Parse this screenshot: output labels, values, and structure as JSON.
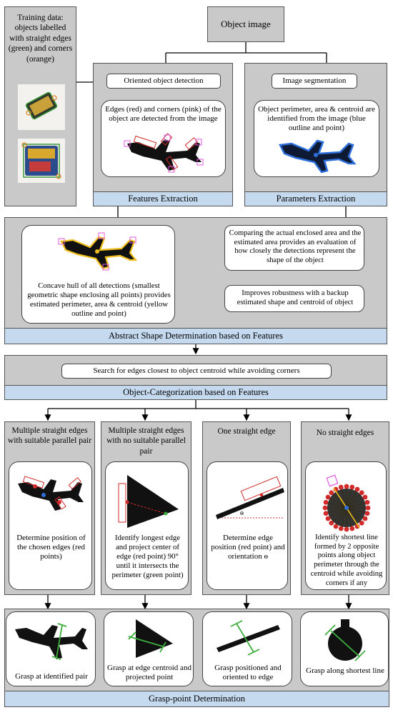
{
  "object_image": "Object image",
  "training_data": "Training data: objects labelled with straight edges (green) and corners (orange)",
  "oriented_detection": {
    "title": "Oriented object detection",
    "desc": "Edges (red) and corners (pink) of the object are detected from the image",
    "band": "Features Extraction"
  },
  "segmentation": {
    "title": "Image segmentation",
    "desc": "Object perimeter, area & centroid are identified from the image (blue outline and point)",
    "band": "Parameters Extraction"
  },
  "abstract_shape": {
    "hull_desc": "Concave hull of all detections (smallest geometric shape enclosing all points) provides estimated perimeter, area & centroid (yellow outline and point)",
    "compare": "Comparing the actual enclosed area and the estimated area provides an evaluation of how closely the detections represent the shape of the object",
    "robust": "Improves robustness with a backup estimated shape and centroid of object",
    "band": "Abstract Shape Determination based on Features"
  },
  "categorization": {
    "search": "Search for edges closest to object centroid while avoiding corners",
    "band": "Object-Categorization based on Features"
  },
  "categories": [
    {
      "header": "Multiple straight edges with suitable parallel pair",
      "desc": "Determine position of the chosen edges (red points)",
      "grasp": "Grasp at identified pair"
    },
    {
      "header": "Multiple straight edges with no suitable parallel pair",
      "desc": "Identify longest edge and project center of edge (red point) 90° until it intersects the perimeter (green point)",
      "grasp": "Grasp at edge centroid and projected point"
    },
    {
      "header": "One straight edge",
      "desc": "Determine edge position (red point) and orientation ɵ",
      "grasp": "Grasp positioned and oriented to edge",
      "theta": "ɵ"
    },
    {
      "header": "No straight edges",
      "desc": "Identify shortest line formed by 2 opposite points along object perimeter through the centroid while avoiding corners if any",
      "grasp": "Grasp along shortest line"
    }
  ],
  "grasp_band": "Grasp-point Determination"
}
